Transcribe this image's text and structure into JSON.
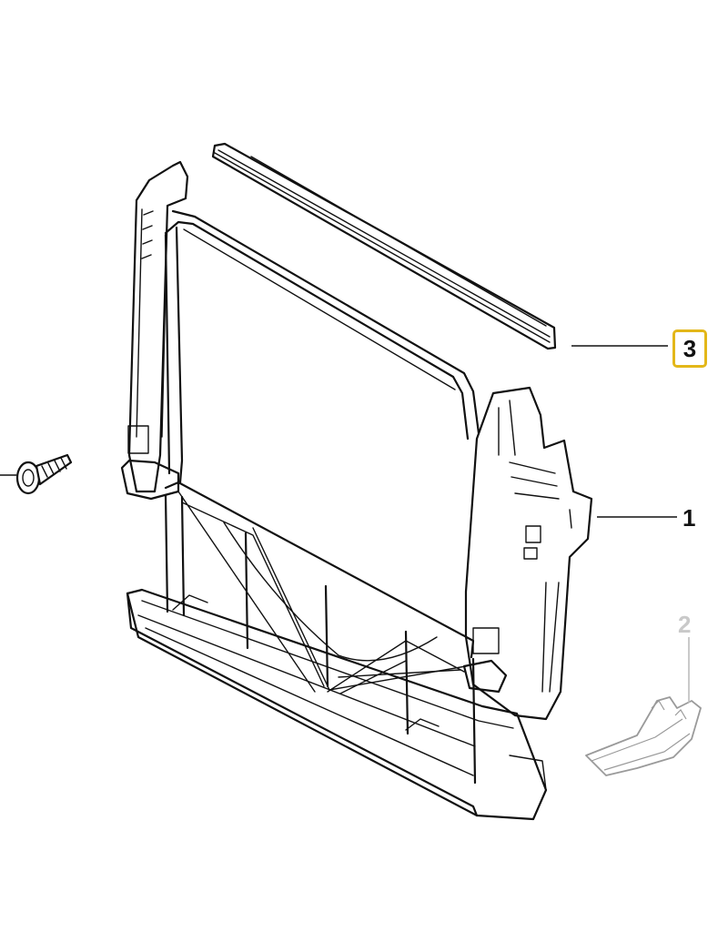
{
  "callouts": {
    "part_1": "1",
    "part_2": "2",
    "part_3": "3"
  },
  "colors": {
    "highlight_border": "#e3b719",
    "line": "#111111",
    "inactive_callout": "#c9c9c9"
  }
}
